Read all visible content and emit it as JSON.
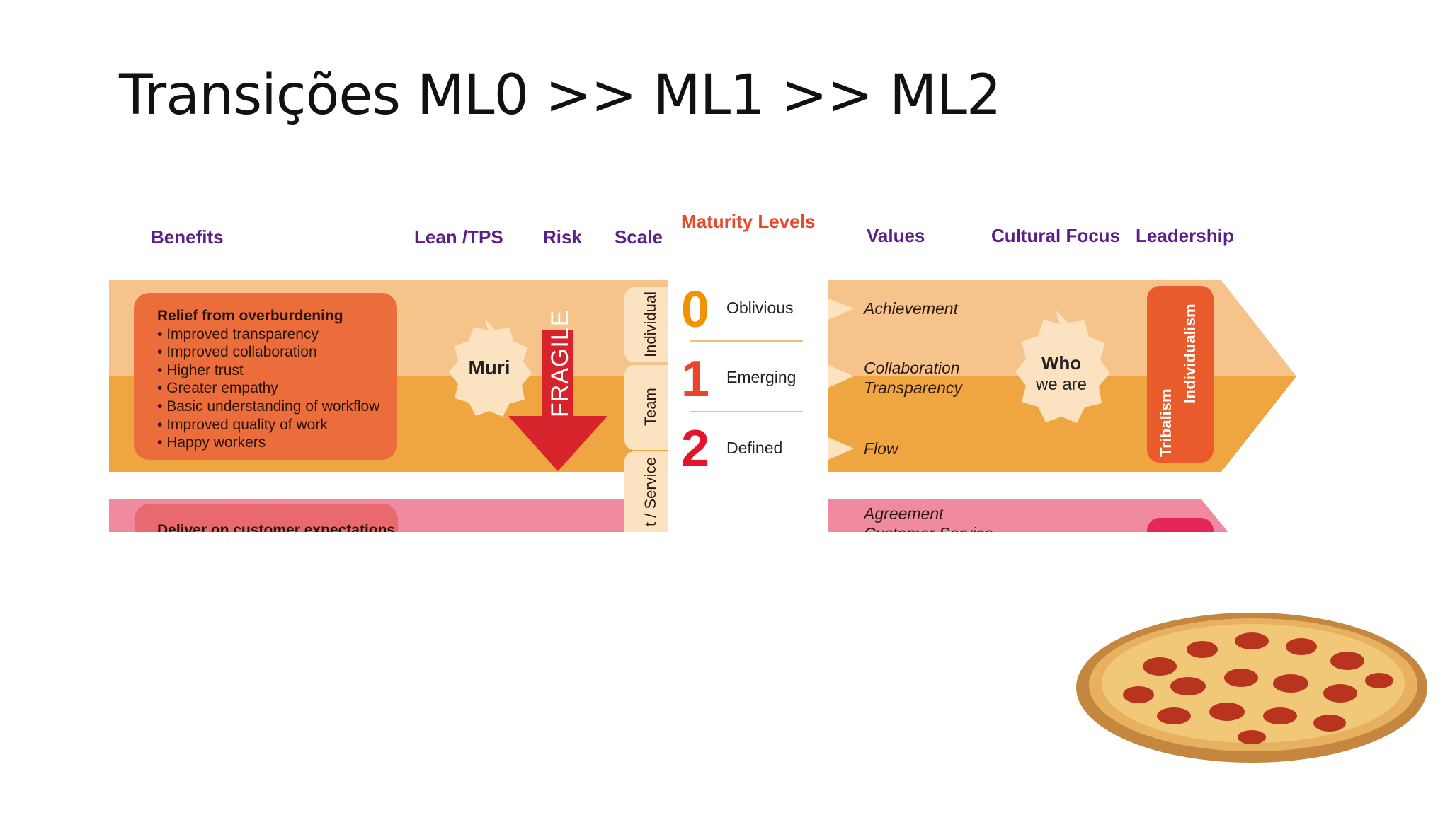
{
  "slide": {
    "title": "Transições ML0 >> ML1 >> ML2"
  },
  "headers": {
    "benefits": "Benefits",
    "lean": "Lean /TPS",
    "risk": "Risk",
    "scale": "Scale",
    "maturity": "Maturity Levels",
    "values": "Values",
    "cultural": "Cultural Focus",
    "leadership": "Leadership"
  },
  "benefits": {
    "lead": "Relief from overburdening",
    "items": [
      "Improved transparency",
      "Improved collaboration",
      "Higher trust",
      "Greater empathy",
      "Basic understanding of workflow",
      "Improved quality of work",
      "Happy workers"
    ],
    "next_lead": "Deliver on customer expectations"
  },
  "lean": {
    "label": "Muri"
  },
  "risk": {
    "label": "FRAGILE"
  },
  "scale": {
    "items": [
      "Individual",
      "Team",
      "t / Service"
    ]
  },
  "levels": [
    {
      "num": "0",
      "label": "Oblivious",
      "color": "#f39200"
    },
    {
      "num": "1",
      "label": "Emerging",
      "color": "#e8452c"
    },
    {
      "num": "2",
      "label": "Defined",
      "color": "#e2152c"
    }
  ],
  "values": {
    "row1": [
      "Achievement",
      "Collaboration",
      "Transparency",
      "Flow"
    ],
    "row2": [
      "Agreement",
      "Customer Service"
    ]
  },
  "cultural": {
    "line1": "Who",
    "line2": "we are"
  },
  "leadership": {
    "items": [
      "Tribalism",
      "Individualism"
    ]
  },
  "colors": {
    "band_light": "#f6c48a",
    "band_dark": "#f0a640",
    "benefit_box": "#ea6d3b",
    "pink_band": "#ef8aa0",
    "purple_header": "#5b1f8a",
    "maturity_header": "#e8492a"
  },
  "images": {
    "pizza": "pepperoni-pizza"
  }
}
